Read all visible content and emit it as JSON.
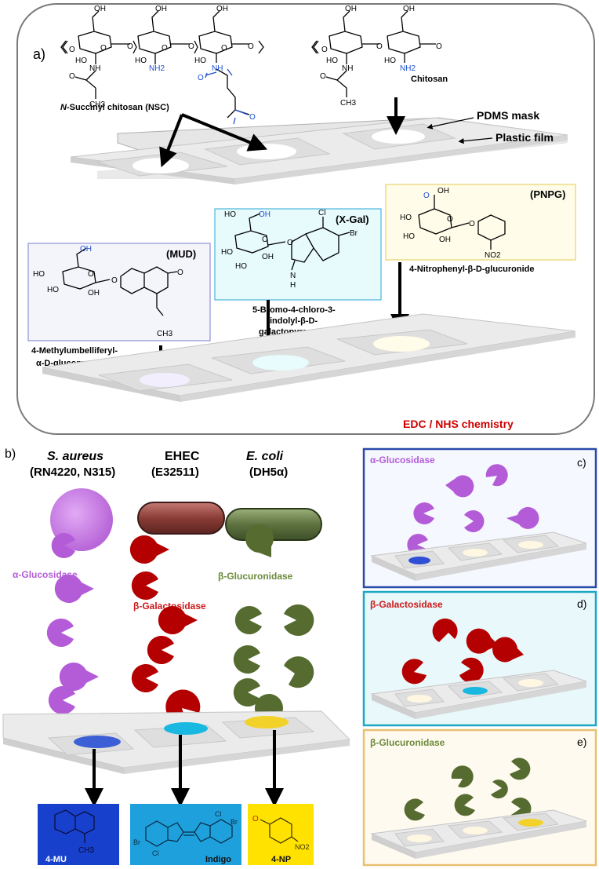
{
  "panel_a": {
    "label": "a)",
    "nsc_label_prefix": "N",
    "nsc_label": "-Succinyl chitosan (NSC)",
    "chitosan_label": "Chitosan",
    "pdms_label": "PDMS mask",
    "film_label": "Plastic film",
    "mud_tag": "(MUD)",
    "xgal_tag": "(X-Gal)",
    "pnpg_tag": "(PNPG)",
    "mud_name_1": "4-Methylumbelliferyl-",
    "mud_name_2": "α-D-glucopyranoside",
    "xgal_name_1": "5-Bromo-4-chloro-3-",
    "xgal_name_2": "indolyl-β-D-",
    "xgal_name_3": "galactopyranoside",
    "pnpg_name": "4-Nitrophenyl-β-D-glucuronide",
    "edc_label": "EDC / NHS chemistry",
    "atoms": {
      "oh": "OH",
      "ho": "HO",
      "o": "O",
      "nh": "NH",
      "nh2": "NH2",
      "n": "N",
      "h": "H",
      "ch3": "CH3",
      "cl": "Cl",
      "br": "Br",
      "no2": "NO2",
      "oh_blue": "OH"
    }
  },
  "panel_b": {
    "label": "b)",
    "org1_name": "S. aureus",
    "org1_strain": "(RN4220, N315)",
    "org2_name": "EHEC",
    "org2_strain": "(E32511)",
    "org3_name": "E. coli",
    "org3_strain": "(DH5α)",
    "enzyme1": "α-Glucosidase",
    "enzyme2": "β-Galactosidase",
    "enzyme3": "β-Glucuronidase",
    "product1": "4-MU",
    "product2": "Indigo",
    "product3": "4-NP"
  },
  "panel_c": {
    "label": "c)",
    "enzyme": "α-Glucosidase"
  },
  "panel_d": {
    "label": "d)",
    "enzyme": "β-Galactosidase"
  },
  "panel_e": {
    "label": "e)",
    "enzyme": "β-Glucuronidase"
  },
  "colors": {
    "purple": "#b45cd8",
    "red": "#b40000",
    "green": "#556b2f",
    "blue_spot": "#3d5fd6",
    "cyan_spot": "#19b8e0",
    "yellow_spot": "#f2d22a",
    "box_c": "#2a4aa8",
    "box_d": "#1ea7c4",
    "box_e": "#e8c070",
    "mu_box": "#1740cc",
    "indigo_box": "#1ea0dc",
    "np_box": "#ffe200"
  }
}
